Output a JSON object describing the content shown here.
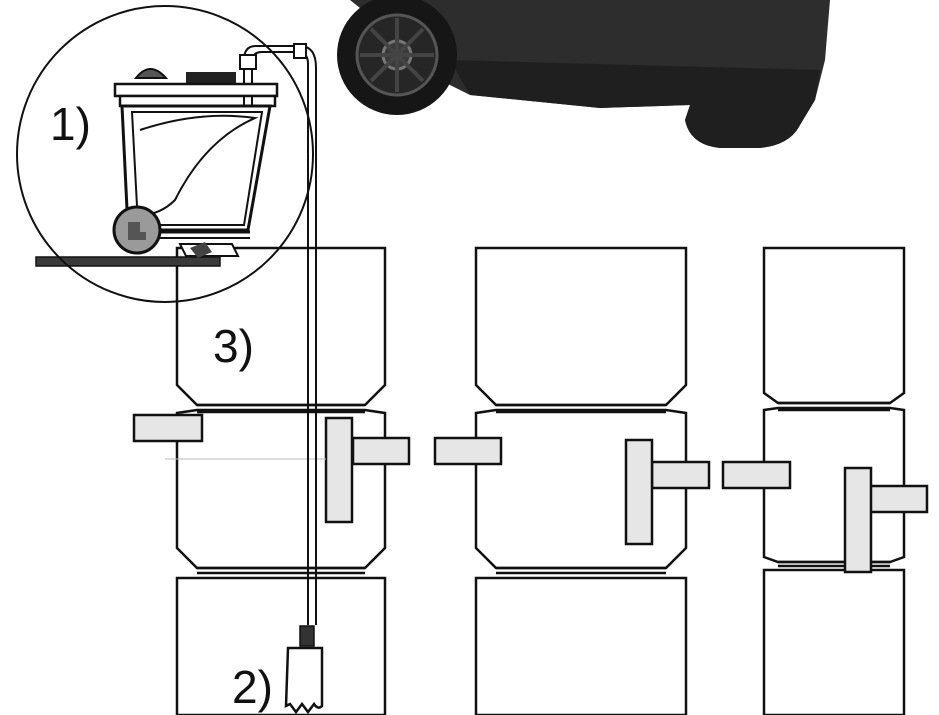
{
  "labels": {
    "step1": "1)",
    "step2": "2)",
    "step3": "3)"
  },
  "colors": {
    "line": "#111111",
    "pipe_fill": "#e6e6e6",
    "bin_body": "#2d2d2d",
    "bin_dark": "#1a1a1a",
    "wheel_gray": "#9a9a9a"
  }
}
